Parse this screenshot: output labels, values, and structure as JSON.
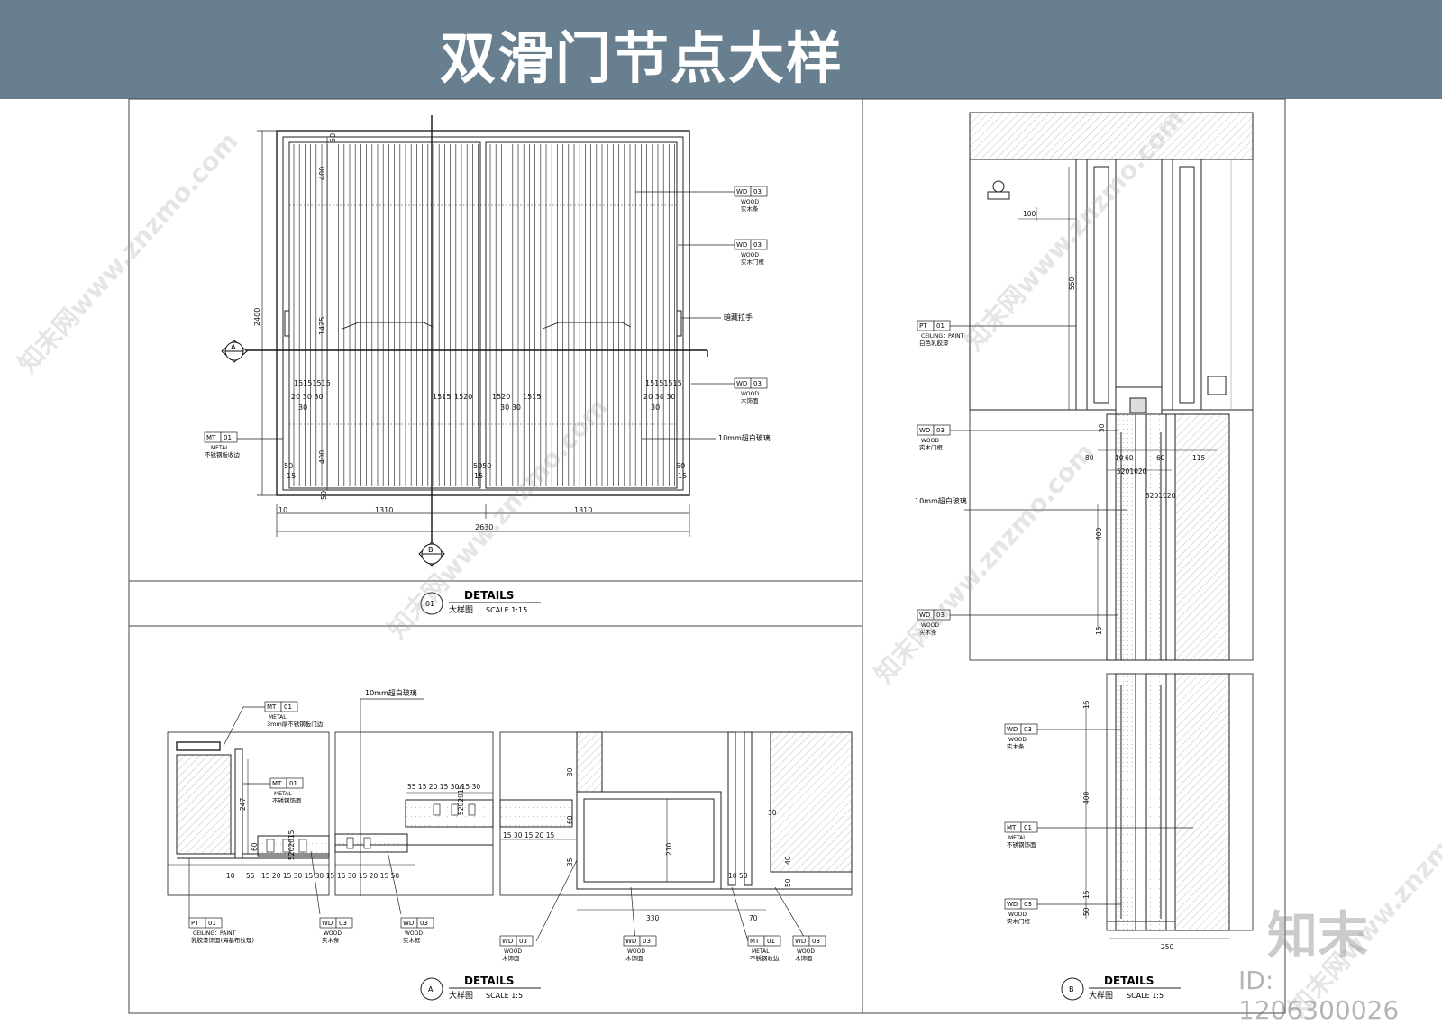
{
  "header": {
    "title": "双滑门节点大样",
    "background": "#677f8e"
  },
  "detail_01": {
    "circle": "01",
    "title": "DETAILS",
    "subtitle": "大样图",
    "scale": "SCALE  1:15",
    "section_a": "A",
    "section_b": "B",
    "dims": {
      "height": "2400",
      "panel_upper": "400",
      "panel_mid": "1425",
      "panel_lower": "400",
      "top": "50",
      "bottom": "50",
      "gap_left": "10",
      "width_left": "1310",
      "width_right": "1310",
      "total": "2630",
      "row1": "15151515",
      "row2": "20 30 30",
      "row3": "30",
      "row4": "1515",
      "row5": "1520",
      "row6": "30 30",
      "c50": "50",
      "c15": "15",
      "c5050": "5050"
    },
    "tags": [
      {
        "code": "WD",
        "num": "03",
        "cat": "WOOD",
        "desc": "实木条"
      },
      {
        "code": "WD",
        "num": "03",
        "cat": "WOOD",
        "desc": "实木门框"
      },
      {
        "code": "",
        "num": "",
        "cat": "",
        "desc": "暗藏拉手"
      },
      {
        "code": "WD",
        "num": "03",
        "cat": "WOOD",
        "desc": "木饰面"
      },
      {
        "code": "",
        "num": "",
        "cat": "",
        "desc": "10mm超白玻璃"
      },
      {
        "code": "MT",
        "num": "01",
        "cat": "METAL",
        "desc": "不锈钢板收边"
      }
    ]
  },
  "detail_a": {
    "circle": "A",
    "title": "DETAILS",
    "subtitle": "大样图",
    "scale": "SCALE  1:5",
    "glass_label": "10mm超白玻璃",
    "dims": {
      "d247": "247",
      "d60": "60",
      "d5202015": "5202015",
      "d10": "10",
      "d55": "55",
      "row_bottom": "15 20 15  30  15 30 15",
      "row_mid": "15 30 15 20 15  50",
      "row_top": "55   15 20 15 30 15 30",
      "d30": "30",
      "d1530": "15 30 15 20 15",
      "d210": "210",
      "d35": "35",
      "d330": "330",
      "d10b": "10",
      "d50": "50",
      "d70": "70",
      "d40": "40",
      "d50b": "50",
      "d30b": "30"
    },
    "tags": [
      {
        "code": "MT",
        "num": "01",
        "cat": "METAL",
        "desc": "3mm厚不锈钢板门边"
      },
      {
        "code": "MT",
        "num": "01",
        "cat": "METAL",
        "desc": "不锈钢饰面"
      },
      {
        "code": "PT",
        "num": "01",
        "cat": "CEILING：PAINT",
        "desc": "乳胶漆饰面(海基布纹理)"
      },
      {
        "code": "WD",
        "num": "03",
        "cat": "WOOD",
        "desc": "实木条"
      },
      {
        "code": "WD",
        "num": "03",
        "cat": "WOOD",
        "desc": "实木框"
      },
      {
        "code": "WD",
        "num": "03",
        "cat": "WOOD",
        "desc": "木饰面"
      },
      {
        "code": "WD",
        "num": "03",
        "cat": "WOOD",
        "desc": "木饰面"
      },
      {
        "code": "MT",
        "num": "01",
        "cat": "METAL",
        "desc": "不锈钢收边"
      },
      {
        "code": "WD",
        "num": "03",
        "cat": "WOOD",
        "desc": "木饰面"
      }
    ]
  },
  "detail_b": {
    "circle": "B",
    "title": "DETAILS",
    "subtitle": "大样图",
    "scale": "SCALE  1:5",
    "glass_label": "10mm超白玻璃",
    "dims": {
      "d100": "100",
      "d550": "550",
      "d50": "50",
      "d80": "80",
      "d10": "10",
      "d60": "60",
      "d60b": "60",
      "d115": "115",
      "d5201020": "5201020",
      "d5201020b": "5201020",
      "d400": "400",
      "d15": "15",
      "d15b": "15",
      "d400b": "400",
      "d15c": "15",
      "d50b": "50",
      "d250": "250"
    },
    "tags": [
      {
        "code": "PT",
        "num": "01",
        "cat": "CEILING：PAINT",
        "desc": "白色乳胶漆"
      },
      {
        "code": "WD",
        "num": "03",
        "cat": "WOOD",
        "desc": "实木门框"
      },
      {
        "code": "WD",
        "num": "03",
        "cat": "WOOD",
        "desc": "实木条"
      },
      {
        "code": "WD",
        "num": "03",
        "cat": "WOOD",
        "desc": "实木条"
      },
      {
        "code": "MT",
        "num": "01",
        "cat": "METAL",
        "desc": "不锈钢饰面"
      },
      {
        "code": "WD",
        "num": "03",
        "cat": "WOOD",
        "desc": "实木门框"
      }
    ]
  },
  "watermark": {
    "site": "知末网www.znzmo.com",
    "brand": "知末",
    "id": "ID: 1206300026"
  }
}
